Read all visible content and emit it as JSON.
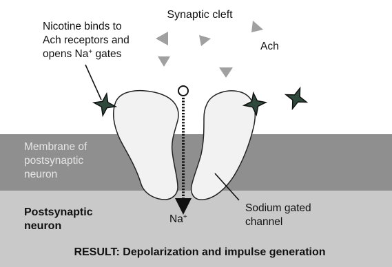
{
  "labels": {
    "synaptic_cleft": "Synaptic cleft",
    "nicotine_line1": "Nicotine binds to",
    "nicotine_line2": "Ach receptors and",
    "nicotine_line3_text": "opens Na",
    "nicotine_line3_sup": "+",
    "nicotine_line3_tail": " gates",
    "ach": "Ach",
    "membrane_line1": "Membrane of",
    "membrane_line2": "postsynaptic",
    "membrane_line3": "neuron",
    "postsynaptic_line1": "Postsynaptic",
    "postsynaptic_line2": "neuron",
    "sodium_line1": "Sodium gated",
    "sodium_line2": "channel",
    "na_text": "Na",
    "na_sup": "+",
    "result": "RESULT: Depolarization and impulse generation"
  },
  "colors": {
    "membrane": "#8f8f8f",
    "cytoplasm": "#c9c9c9",
    "cleft": "#ffffff",
    "channel_fill": "#f2f2f2",
    "nicotine_fill": "#2f4a3c",
    "ach_fill": "#a0a0a0",
    "text": "#111111",
    "membrane_text": "#e6e6e6"
  },
  "icons": {
    "nicotine": "star-icon",
    "ach": "triangle-icon",
    "na_ion": "circle-icon"
  }
}
